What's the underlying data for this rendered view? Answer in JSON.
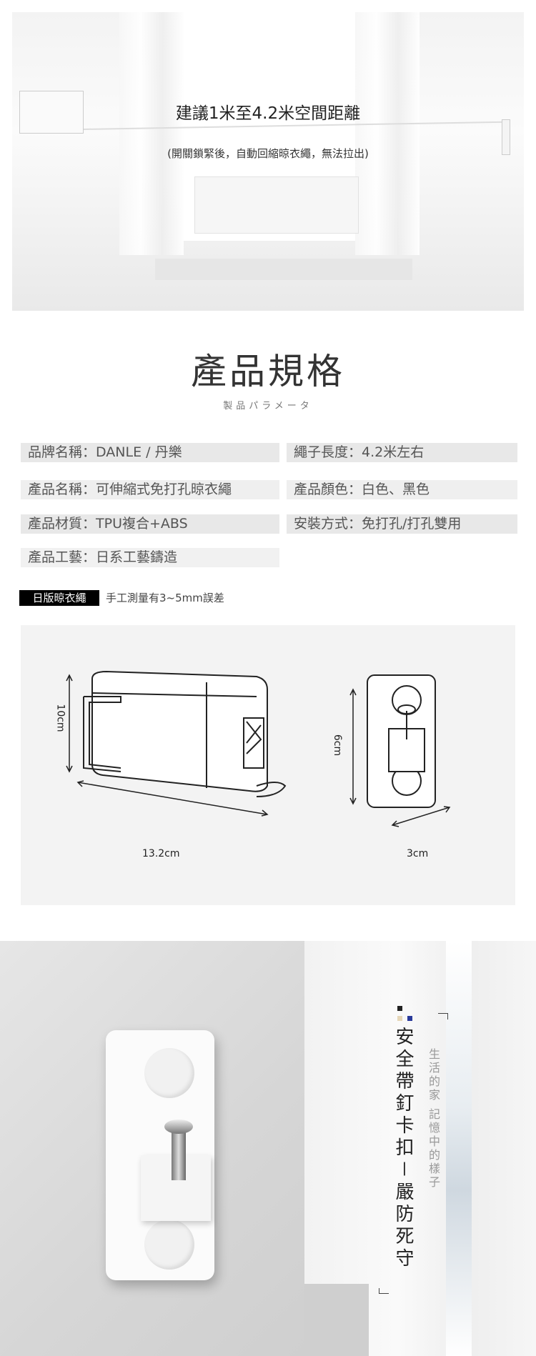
{
  "hero": {
    "title": "建議1米至4.2米空間距離",
    "subtitle": "(開關鎖緊後，自動回縮晾衣繩，無法拉出)"
  },
  "specs": {
    "title": "產品規格",
    "subtitle": "製品パラメータ",
    "items": [
      {
        "label": "品牌名稱：DANLE / 丹樂"
      },
      {
        "label": "繩子長度：4.2米左右"
      },
      {
        "label": "產品名稱：可伸縮式免打孔晾衣繩"
      },
      {
        "label": "產品顏色：白色、黑色"
      },
      {
        "label": "產品材質：TPU複合+ABS"
      },
      {
        "label": "安裝方式：免打孔/打孔雙用"
      },
      {
        "label": "產品工藝：日系工藝鑄造"
      }
    ]
  },
  "size_tag": {
    "label": "日版晾衣繩",
    "note": "手工測量有3~5mm誤差"
  },
  "diagram": {
    "height_main": "10cm",
    "width_main": "13.2cm",
    "height_hook": "6cm",
    "width_hook": "3cm"
  },
  "feature": {
    "title": "安全帶釘卡扣－嚴防死守",
    "tagline": "生活的家 記憶中的樣子",
    "swatch_colors": [
      "#222222",
      "#e6d7b8",
      "#2a3a9a"
    ]
  }
}
